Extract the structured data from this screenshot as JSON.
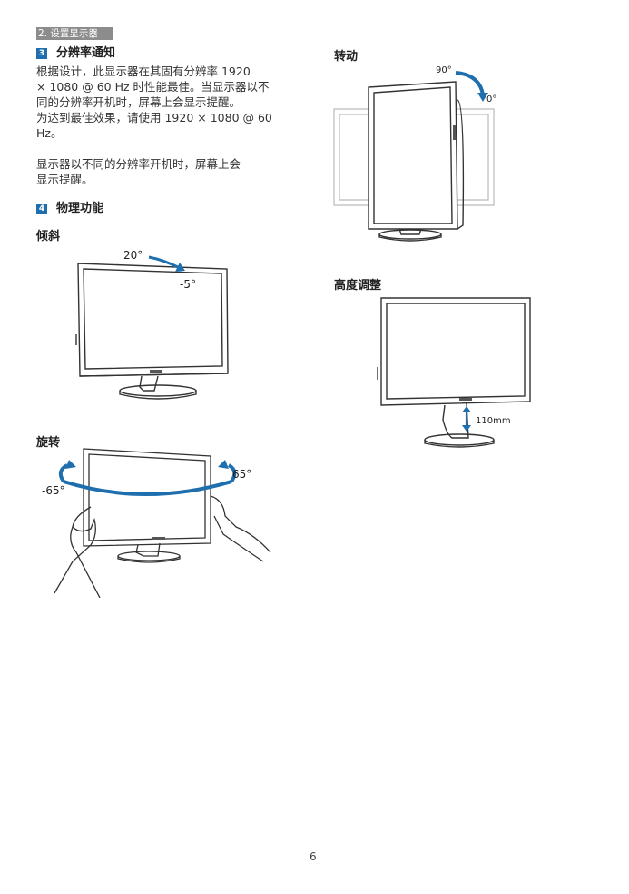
{
  "header": {
    "section": "2. 设置显示器"
  },
  "section3": {
    "number": "3",
    "title": "分辨率通知",
    "para1": [
      "根据设计，此显示器在其固有分辨率 1920",
      "× 1080 @ 60 Hz 时性能最佳。当显示器以不",
      "同的分辨率开机时，屏幕上会显示提醒。",
      "为达到最佳效果，请使用 1920 × 1080 @ 60",
      "Hz。"
    ],
    "para2": [
      "显示器以不同的分辨率开机时，屏幕上会",
      "显示提醒。"
    ]
  },
  "section4": {
    "number": "4",
    "title": "物理功能"
  },
  "tilt": {
    "title": "倾斜",
    "angle_up": "20°",
    "angle_down": "-5°"
  },
  "swivel": {
    "title": "旋转",
    "angle_left": "-65°",
    "angle_right": "65°"
  },
  "pivot": {
    "title": "转动",
    "angle_start": "90°",
    "angle_end": "0°"
  },
  "height": {
    "title": "高度调整",
    "range": "110mm"
  },
  "footer": {
    "page_number": "6"
  },
  "colors": {
    "accent": "#1f6fae",
    "tag_bg": "#8c8c8c",
    "line": "#333333"
  }
}
